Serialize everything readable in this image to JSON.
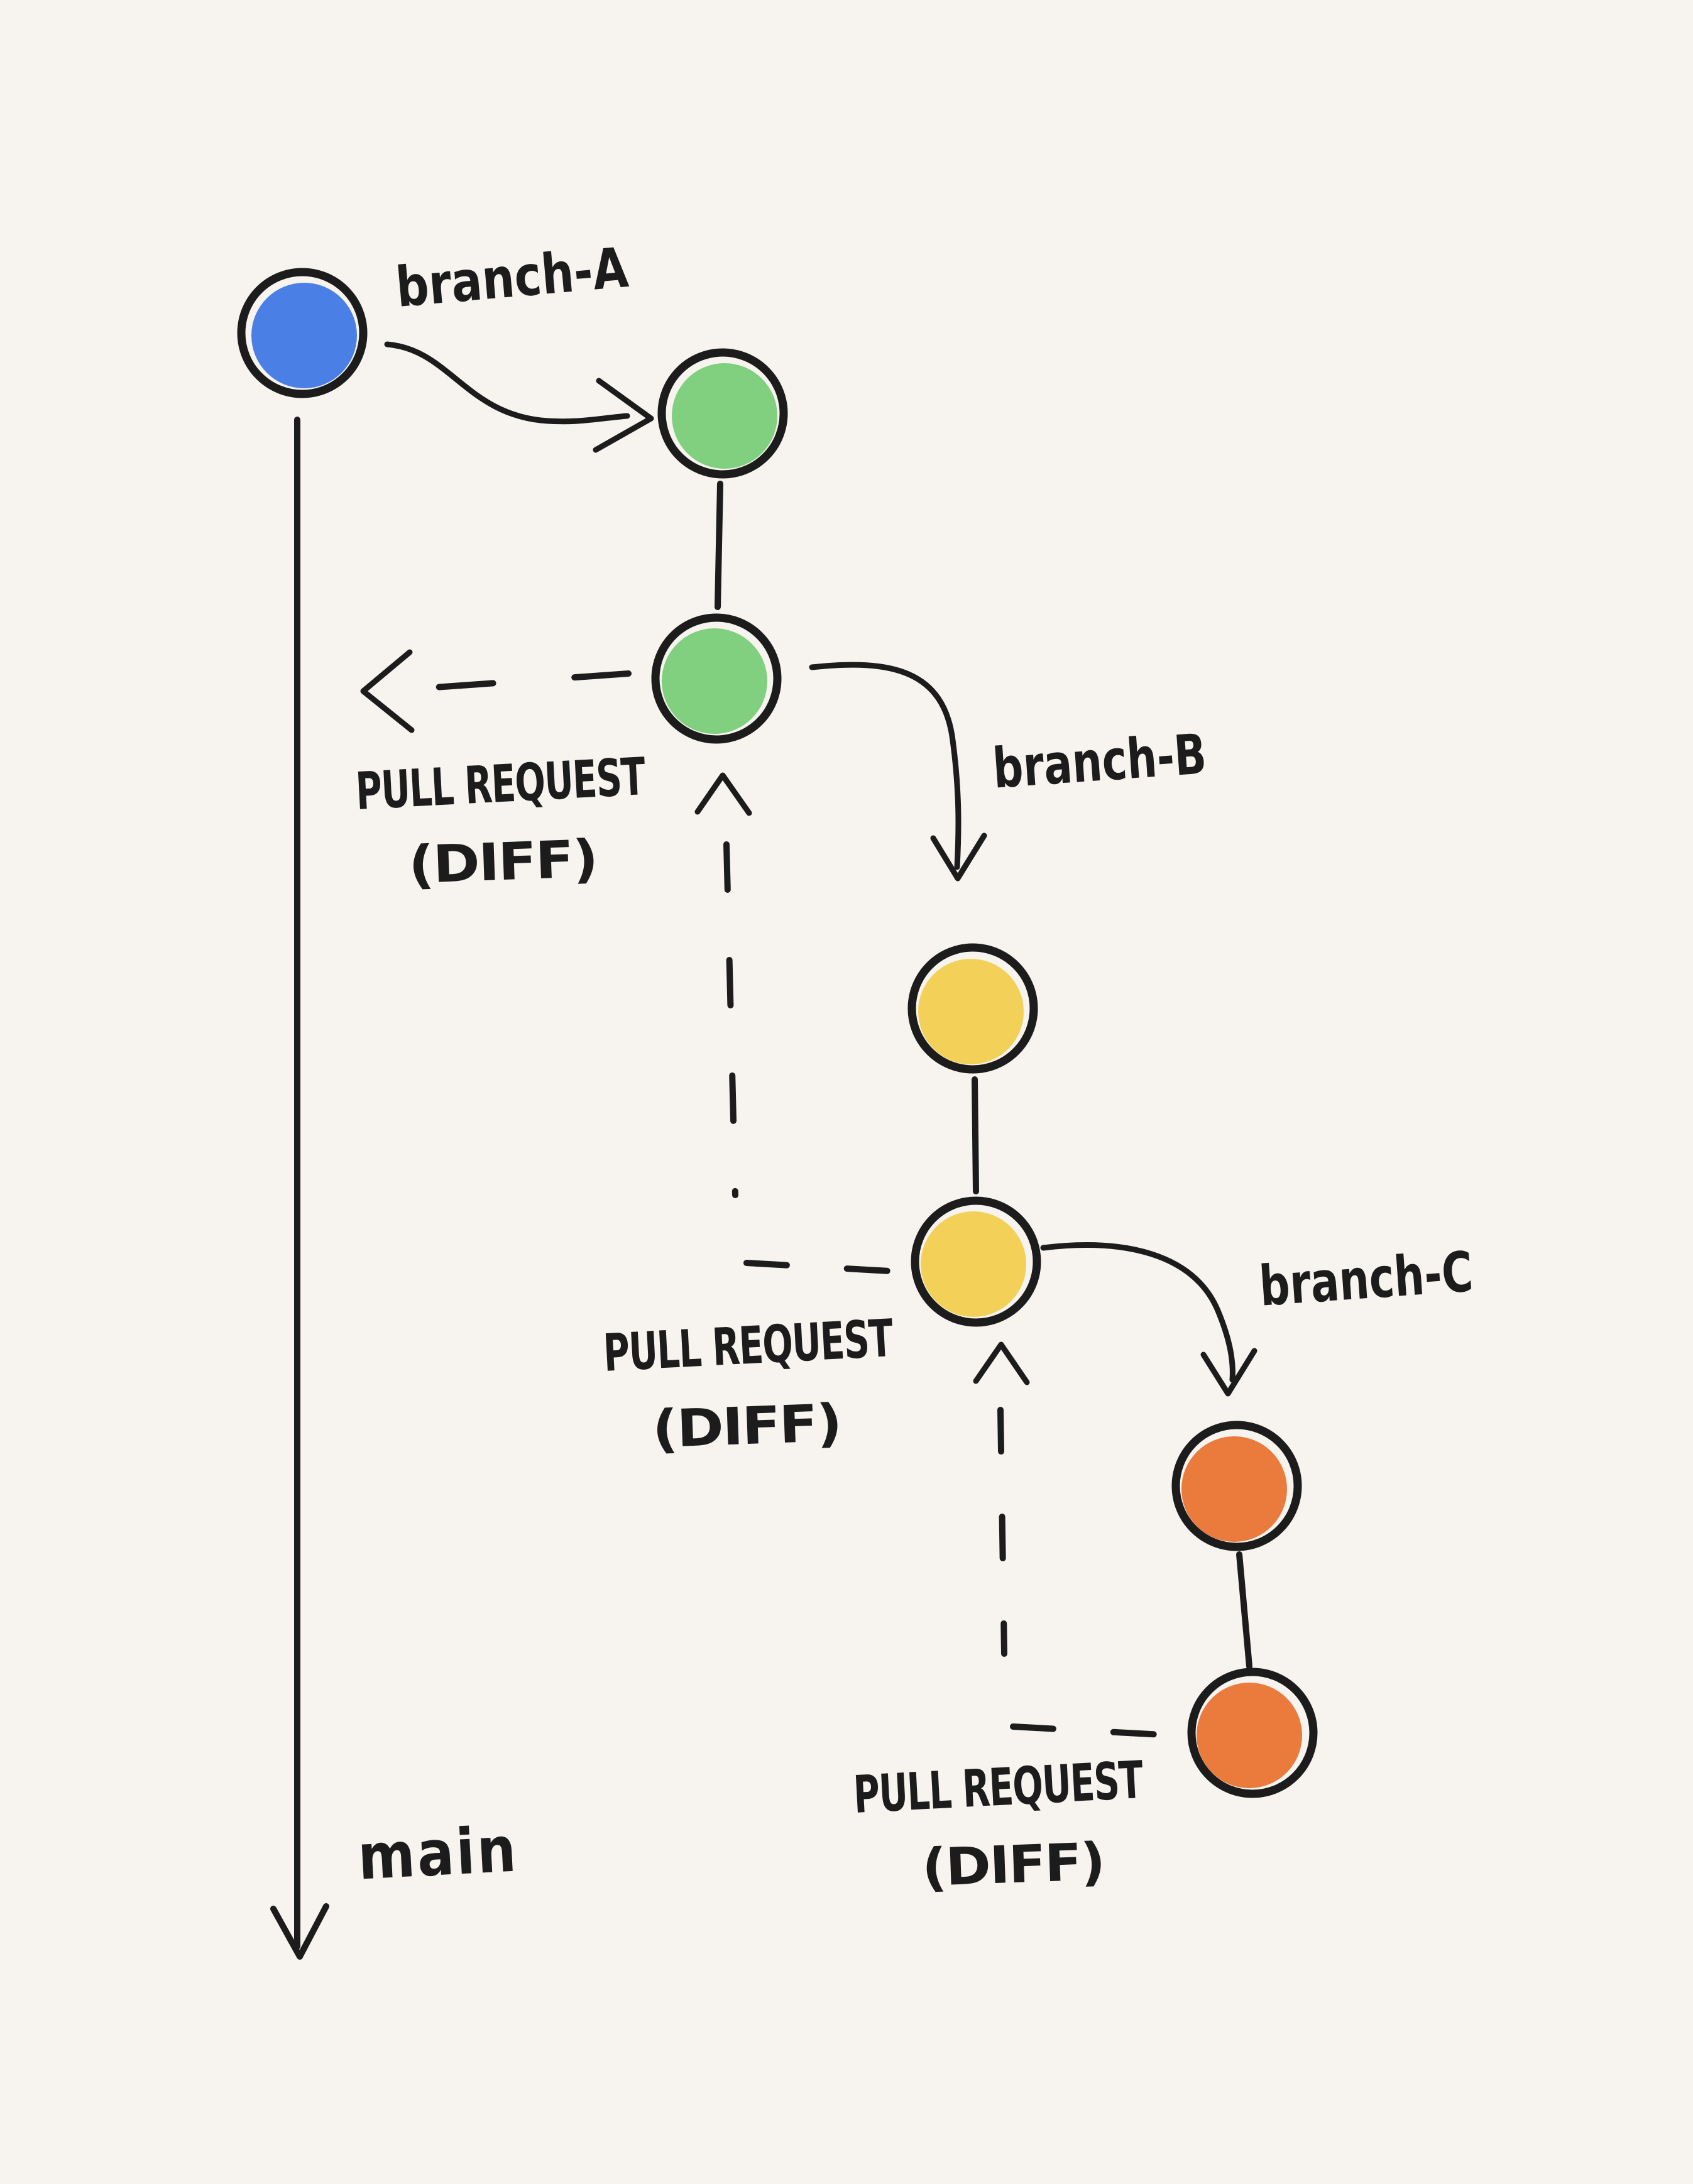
{
  "canvas": {
    "background": "#f7f3ee",
    "ink": "#1c1c1c"
  },
  "branches": {
    "main": {
      "label": "main",
      "commit_color": "#4a80e6",
      "commit_count": 1
    },
    "branch_a": {
      "label": "branch-A",
      "commit_color": "#80d080",
      "commit_count": 2
    },
    "branch_b": {
      "label": "branch-B",
      "commit_color": "#f3d158",
      "commit_count": 2
    },
    "branch_c": {
      "label": "branch-C",
      "commit_color": "#eb7a3d",
      "commit_count": 2
    }
  },
  "pull_requests": {
    "a_to_main": {
      "title": "PULL REQUEST",
      "subtitle": "(DIFF)"
    },
    "b_to_a": {
      "title": "PULL REQUEST",
      "subtitle": "(DIFF)"
    },
    "c_to_b": {
      "title": "PULL REQUEST",
      "subtitle": "(DIFF)"
    }
  }
}
